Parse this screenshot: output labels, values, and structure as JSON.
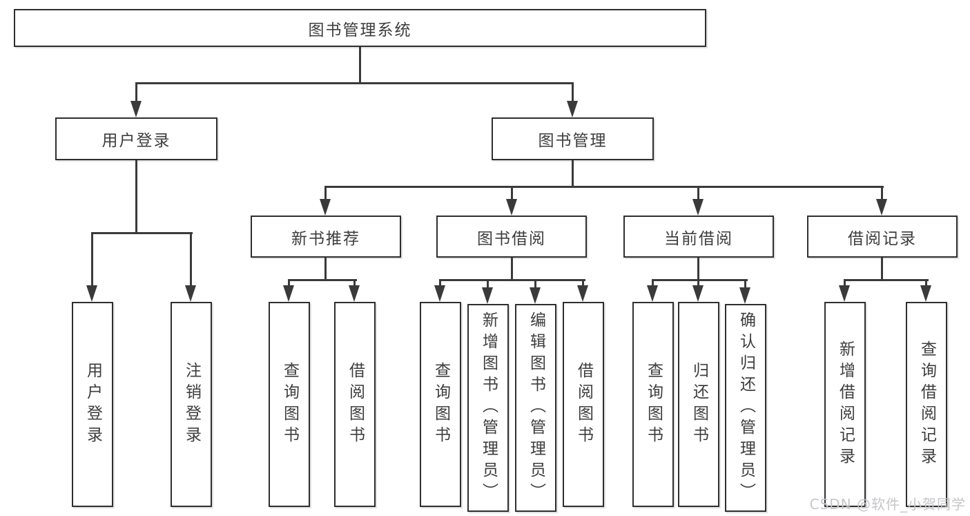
{
  "diagram": {
    "type": "hierarchy-tree",
    "title": "图书管理系统",
    "nodes": {
      "root": "图书管理系统",
      "login": "用户登录",
      "mgmt": "图书管理",
      "new_book": "新书推荐",
      "borrow": "图书借阅",
      "current": "当前借阅",
      "records": "借阅记录",
      "login_user": "用户登录",
      "login_logout": "注销登录",
      "nb_query": "查询图书",
      "nb_borrow": "借阅图书",
      "bw_query": "查询图书",
      "bw_add": "新增图书（管理员）",
      "bw_edit": "编辑图书（管理员）",
      "bw_borrow": "借阅图书",
      "cur_query": "查询图书",
      "cur_return": "归还图书",
      "cur_confirm": "确认归还（管理员）",
      "rec_add": "新增借阅记录",
      "rec_query": "查询借阅记录"
    },
    "tree": {
      "图书管理系统": {
        "用户登录": [
          "用户登录",
          "注销登录"
        ],
        "图书管理": {
          "新书推荐": [
            "查询图书",
            "借阅图书"
          ],
          "图书借阅": [
            "查询图书",
            "新增图书（管理员）",
            "编辑图书（管理员）",
            "借阅图书"
          ],
          "当前借阅": [
            "查询图书",
            "归还图书",
            "确认归还（管理员）"
          ],
          "借阅记录": [
            "新增借阅记录",
            "查询借阅记录"
          ]
        }
      }
    },
    "colors": {
      "line": "#3a3a3a",
      "box_border": "#2e2e2e",
      "text": "#3d3d3d",
      "background": "#ffffff",
      "watermark": "#c6c6ca"
    }
  },
  "watermark": {
    "text": "CSDN @软件_小贺同学"
  }
}
